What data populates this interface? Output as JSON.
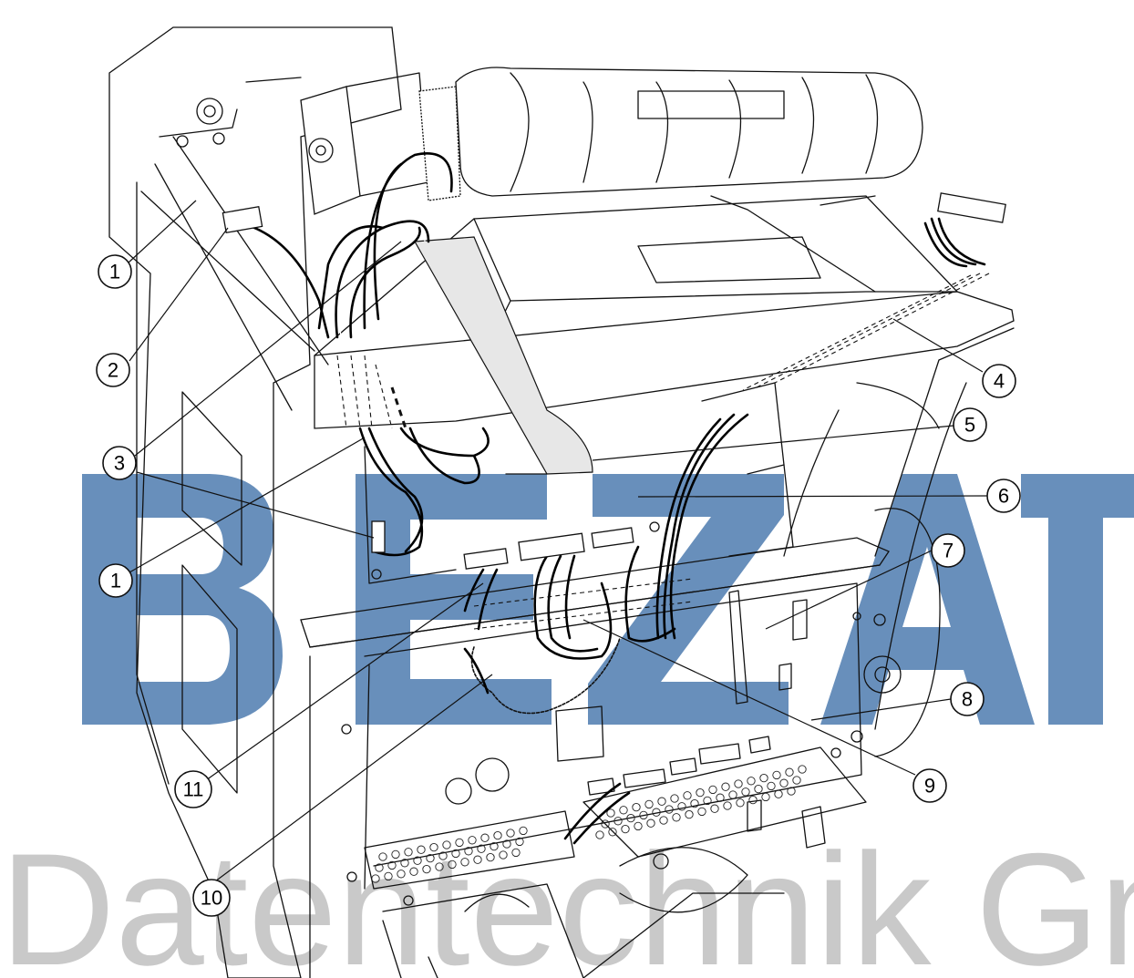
{
  "watermark": {
    "company": "Datentechnik GmbH",
    "color": "#3d6fa8"
  },
  "callouts": [
    {
      "id": "1a",
      "label": "1"
    },
    {
      "id": "2",
      "label": "2"
    },
    {
      "id": "3a",
      "label": "3"
    },
    {
      "id": "3b",
      "label": "3"
    },
    {
      "id": "1b",
      "label": "1"
    },
    {
      "id": "4",
      "label": "4"
    },
    {
      "id": "5",
      "label": "5"
    },
    {
      "id": "6",
      "label": "6"
    },
    {
      "id": "7",
      "label": "7"
    },
    {
      "id": "8",
      "label": "8"
    },
    {
      "id": "9",
      "label": "9"
    },
    {
      "id": "10",
      "label": "10"
    },
    {
      "id": "11",
      "label": "11"
    }
  ]
}
